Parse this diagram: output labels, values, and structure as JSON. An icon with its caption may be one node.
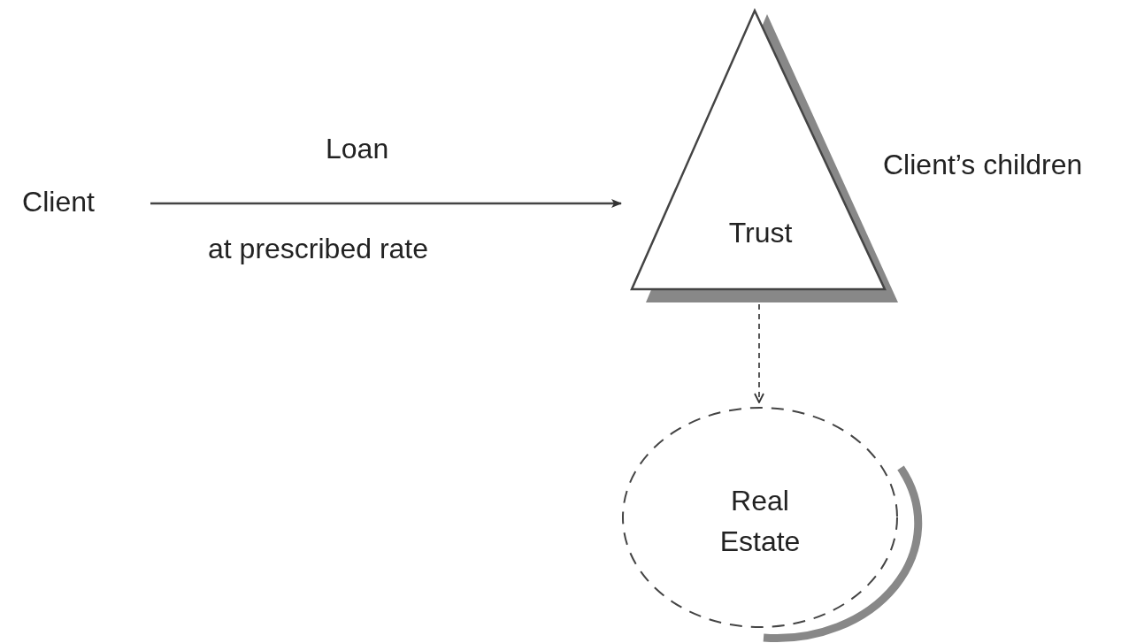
{
  "diagram": {
    "nodes": [
      {
        "text": [
          "Client"
        ]
      },
      {
        "text": [
          "Trust"
        ],
        "beside": [
          "Client’s children"
        ]
      },
      {
        "text": [
          "Real Estate"
        ]
      }
    ],
    "edges": [
      {
        "from": 0,
        "to": 1,
        "arrow": "to",
        "label": "Loan"
      },
      {
        "from": 1,
        "to": 2,
        "arrow": "to",
        "style": "dashed"
      }
    ],
    "labels": [
      "at prescribed rate"
    ]
  }
}
